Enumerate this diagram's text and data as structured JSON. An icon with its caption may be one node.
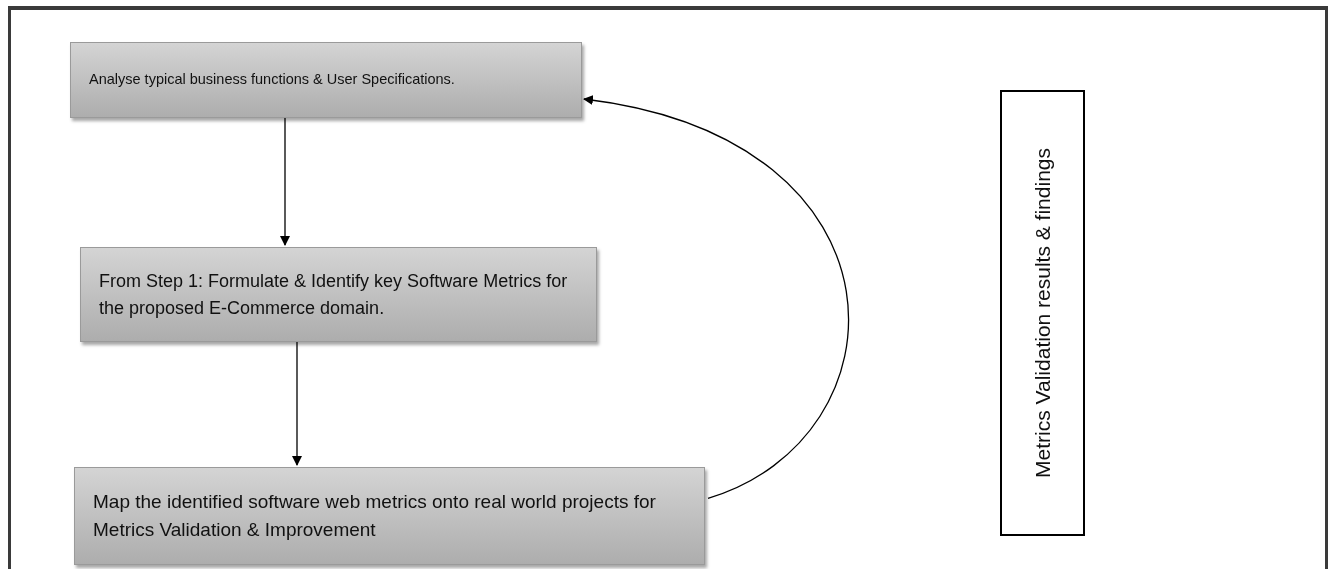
{
  "diagram": {
    "nodes": [
      {
        "text": [
          "Analyse typical business functions & User Specifications."
        ]
      },
      {
        "text": [
          "From Step 1: Formulate & Identify key Software Metrics for the proposed E-Commerce domain."
        ]
      },
      {
        "text": [
          "Map the identified software web metrics onto real world projects for Metrics Validation & Improvement"
        ]
      },
      {
        "text": [
          "Metrics Validation results & findings"
        ]
      }
    ],
    "edges": [
      {
        "from": 0,
        "to": 1,
        "arrow": "to"
      },
      {
        "from": 1,
        "to": 2,
        "arrow": "to"
      },
      {
        "from": 2,
        "to": 0,
        "arrow": "to"
      }
    ]
  }
}
